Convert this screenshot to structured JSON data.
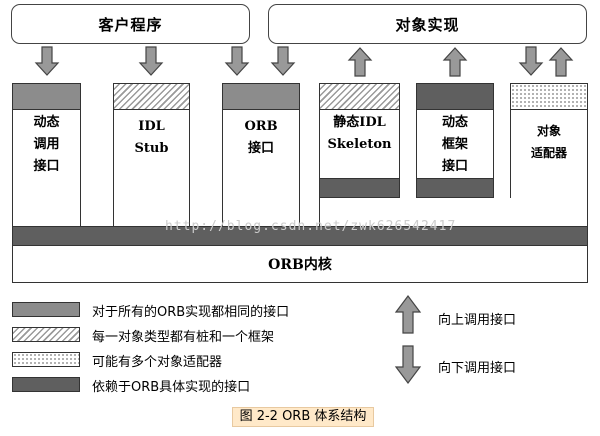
{
  "top": {
    "client": "客户程序",
    "impl": "对象实现"
  },
  "columns": [
    {
      "id": "dii",
      "label": "动态\n调用\n接口",
      "band": "gray"
    },
    {
      "id": "stub",
      "label": "IDL\nStub",
      "band": "hatch"
    },
    {
      "id": "orb-if",
      "label": "ORB\n接口",
      "band": "gray"
    },
    {
      "id": "skeleton",
      "label": "静态IDL\nSkeleton",
      "band": "hatch"
    },
    {
      "id": "dsi",
      "label": "动态\n框架\n接口",
      "band": "dark"
    },
    {
      "id": "adapter",
      "label": "对象\n适配器",
      "band": "dots"
    }
  ],
  "core": "ORB内核",
  "watermark": "http://blog.csdn.net/zwk626542417",
  "legend": [
    {
      "pattern": "gray",
      "text": "对于所有的ORB实现都相同的接口"
    },
    {
      "pattern": "hatch",
      "text": "每一对象类型都有桩和一个框架"
    },
    {
      "pattern": "dots",
      "text": "可能有多个对象适配器"
    },
    {
      "pattern": "dark",
      "text": "依赖于ORB具体实现的接口"
    }
  ],
  "direction": {
    "up": "向上调用接口",
    "down": "向下调用接口"
  },
  "caption": "图 2-2 ORB 体系结构",
  "colors": {
    "interface_gray": "#8c8c8c",
    "impl_dependent": "#5f5f5f",
    "caption_bg": "#ffe9c9"
  }
}
